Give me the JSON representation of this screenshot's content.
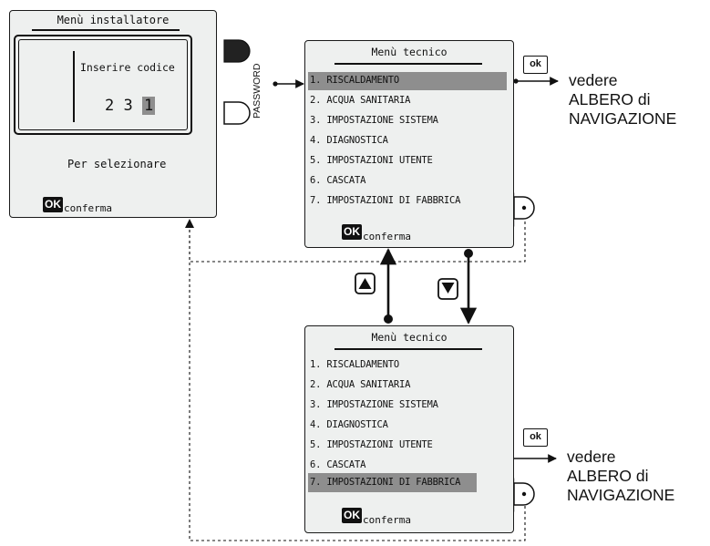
{
  "installer": {
    "title": "Menù installatore",
    "prompt": "Inserire codice",
    "code_prefix": "2 3",
    "code_current": "1",
    "select_hint": "Per selezionare",
    "ok_label": "OK",
    "confirm": "conferma"
  },
  "password_label": "PASSWORD",
  "tech_top": {
    "title": "Menù tecnico",
    "items": [
      "1. RISCALDAMENTO",
      "2. ACQUA SANITARIA",
      "3. IMPOSTAZIONE SISTEMA",
      "4. DIAGNOSTICA",
      "5. IMPOSTAZIONI UTENTE",
      "6. CASCATA",
      "7. IMPOSTAZIONI DI FABBRICA"
    ],
    "selected_index": 0,
    "ok_label": "OK",
    "confirm": "conferma"
  },
  "tech_bottom": {
    "title": "Menù tecnico",
    "items": [
      "1. RISCALDAMENTO",
      "2. ACQUA SANITARIA",
      "3. IMPOSTAZIONE SISTEMA",
      "4. DIAGNOSTICA",
      "5. IMPOSTAZIONI UTENTE",
      "6. CASCATA",
      "7. IMPOSTAZIONI DI FABBRICA"
    ],
    "selected_index": 6,
    "ok_label": "OK",
    "confirm": "conferma"
  },
  "ok_key_label": "ok",
  "see_text": {
    "line1": "vedere",
    "line2": "ALBERO di",
    "line3": "NAVIGAZIONE"
  },
  "colors": {
    "screen_bg": "#eef0ef",
    "highlight": "#8e8e8e",
    "ink": "#111111"
  },
  "icons": [
    "padlock-icon",
    "plus-icon",
    "minus-icon",
    "back-icon",
    "up-arrow-icon",
    "down-arrow-icon",
    "plus-minus-icon"
  ]
}
